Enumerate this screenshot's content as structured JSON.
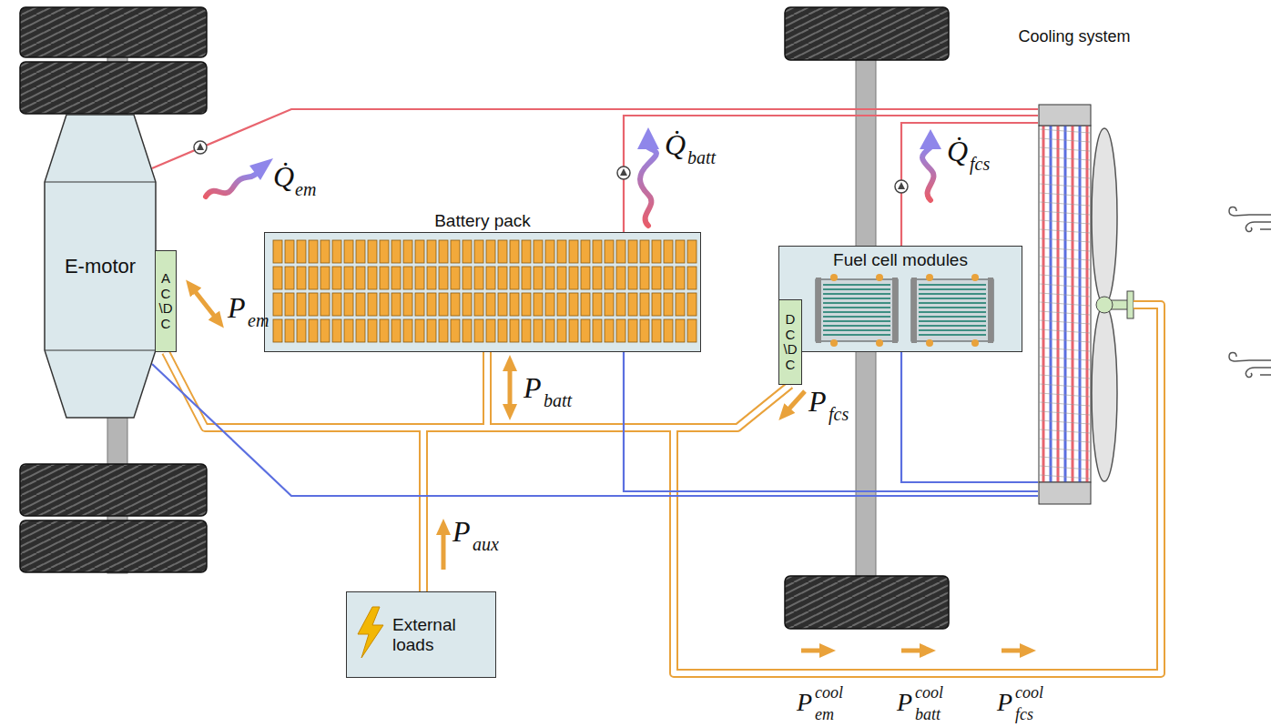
{
  "diagram": {
    "nodes": [
      {
        "text": [
          "E-motor"
        ]
      },
      {
        "text": [
          "AC\\DC"
        ]
      },
      {
        "text": [
          "Battery pack"
        ]
      },
      {
        "text": [
          "Fuel cell modules"
        ]
      },
      {
        "text": [
          "DC\\DC"
        ]
      },
      {
        "text": [
          "Cooling system"
        ]
      },
      {
        "text": [
          "External loads"
        ]
      }
    ],
    "edges": [
      {
        "from": 1,
        "to": 2,
        "arrow": "none"
      },
      {
        "from": 2,
        "to": 4,
        "arrow": "none"
      },
      {
        "from": 6,
        "to": 2,
        "arrow": "none"
      },
      {
        "from": 2,
        "to": 5,
        "arrow": "none"
      },
      {
        "from": 0,
        "to": 5,
        "arrow": "none"
      },
      {
        "from": 0,
        "to": 5,
        "arrow": "none"
      },
      {
        "from": 2,
        "to": 5,
        "arrow": "none"
      },
      {
        "from": 2,
        "to": 5,
        "arrow": "none"
      },
      {
        "from": 3,
        "to": 5,
        "arrow": "none"
      },
      {
        "from": 3,
        "to": 5,
        "arrow": "none"
      }
    ],
    "labels": [
      "Q̇",
      "em",
      "Q̇",
      "batt",
      "Q̇",
      "fcs",
      "P",
      "em",
      "P",
      "batt",
      "P",
      "fcs",
      "P",
      "aux",
      "P",
      "em",
      "cool",
      "P",
      "batt",
      "cool",
      "P",
      "fcs",
      "cool"
    ]
  }
}
